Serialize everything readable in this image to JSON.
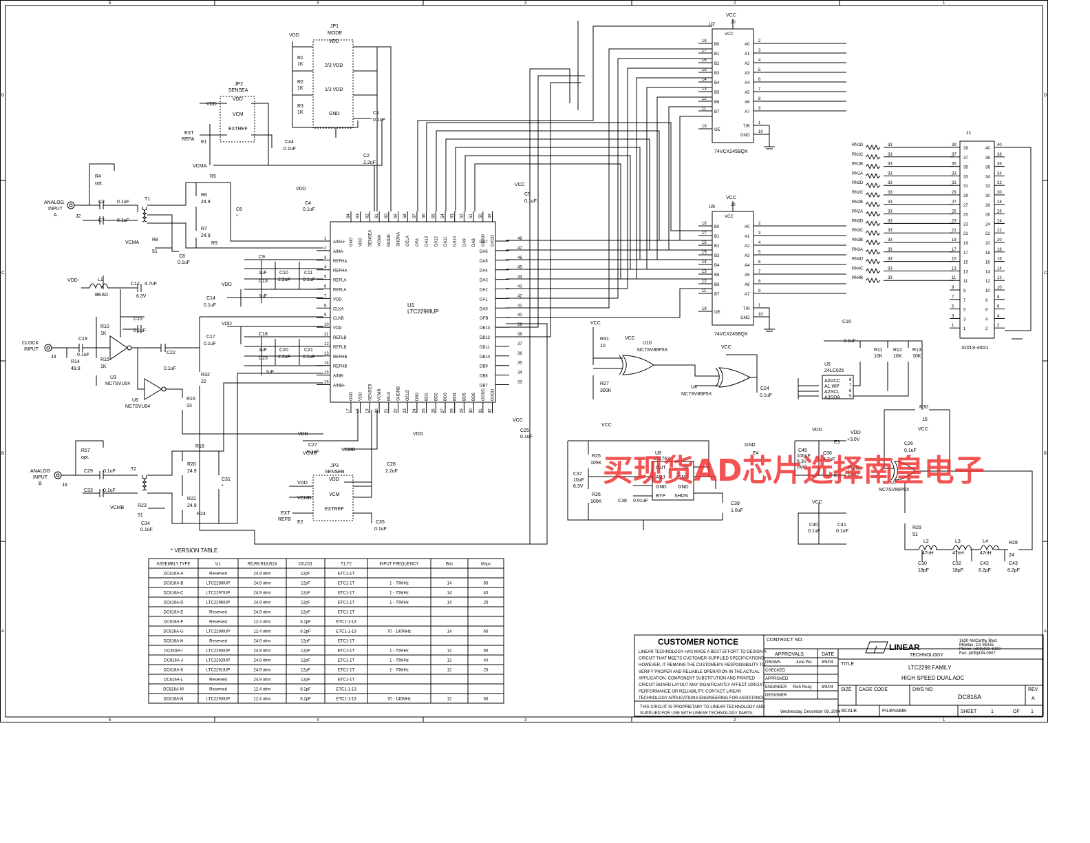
{
  "border": {
    "col_marks": [
      "5",
      "4",
      "3",
      "2",
      "1"
    ],
    "row_marks": [
      "D",
      "C",
      "B",
      "A"
    ]
  },
  "watermark": "买现货AD芯片选择南皇电子",
  "u1": {
    "ref": "U1",
    "part": "LTC2298IUP",
    "left_pins": [
      {
        "n": "1",
        "name": "AINA+"
      },
      {
        "n": "2",
        "name": "AINA-"
      },
      {
        "n": "3",
        "name": "REFHA"
      },
      {
        "n": "4",
        "name": "REFHA"
      },
      {
        "n": "5",
        "name": "REFLA"
      },
      {
        "n": "6",
        "name": "REFLA"
      },
      {
        "n": "7",
        "name": "VDD"
      },
      {
        "n": "8",
        "name": "CLKA"
      },
      {
        "n": "9",
        "name": "CLKB"
      },
      {
        "n": "10",
        "name": "VDD"
      },
      {
        "n": "11",
        "name": "REFLB"
      },
      {
        "n": "12",
        "name": "REFLB"
      },
      {
        "n": "13",
        "name": "REFHB"
      },
      {
        "n": "14",
        "name": "REFHB"
      },
      {
        "n": "15",
        "name": "AINB-"
      },
      {
        "n": "16",
        "name": "AINB+"
      }
    ],
    "right_pins": [
      {
        "n": "48",
        "name": "DA7"
      },
      {
        "n": "47",
        "name": "DA6"
      },
      {
        "n": "46",
        "name": "DA5"
      },
      {
        "n": "45",
        "name": "DA4"
      },
      {
        "n": "44",
        "name": "DA3"
      },
      {
        "n": "43",
        "name": "DA2"
      },
      {
        "n": "42",
        "name": "DA1"
      },
      {
        "n": "41",
        "name": "DA0"
      },
      {
        "n": "40",
        "name": "OFB"
      },
      {
        "n": "39",
        "name": "DB13"
      },
      {
        "n": "38",
        "name": "DB12"
      },
      {
        "n": "37",
        "name": "DB11"
      },
      {
        "n": "36",
        "name": "DB10"
      },
      {
        "n": "35",
        "name": "DB9"
      },
      {
        "n": "34",
        "name": "DB8"
      },
      {
        "n": "33",
        "name": "DB7"
      }
    ],
    "top_pins": [
      {
        "n": "64",
        "name": "GND"
      },
      {
        "n": "63",
        "name": "VDD"
      },
      {
        "n": "62",
        "name": "SENSEA"
      },
      {
        "n": "61",
        "name": "VCMA"
      },
      {
        "n": "60",
        "name": "MODE"
      },
      {
        "n": "59",
        "name": "SHDNA"
      },
      {
        "n": "58",
        "name": "OELA"
      },
      {
        "n": "57",
        "name": "OFA"
      },
      {
        "n": "56",
        "name": "DA13"
      },
      {
        "n": "55",
        "name": "DA12"
      },
      {
        "n": "54",
        "name": "DA11"
      },
      {
        "n": "53",
        "name": "DA10"
      },
      {
        "n": "52",
        "name": "DA9"
      },
      {
        "n": "51",
        "name": "DA8"
      },
      {
        "n": "50",
        "name": "OGND"
      },
      {
        "n": "49",
        "name": "OVDD"
      }
    ],
    "bottom_pins": [
      {
        "n": "17",
        "name": "GND"
      },
      {
        "n": "18",
        "name": "VDD"
      },
      {
        "n": "19",
        "name": "SENSEB"
      },
      {
        "n": "20",
        "name": "VCMB"
      },
      {
        "n": "21",
        "name": "MUX"
      },
      {
        "n": "22",
        "name": "SHDNB"
      },
      {
        "n": "23",
        "name": "OELB"
      },
      {
        "n": "24",
        "name": "DB0"
      },
      {
        "n": "25",
        "name": "BD1"
      },
      {
        "n": "26",
        "name": "BD2"
      },
      {
        "n": "27",
        "name": "BD3"
      },
      {
        "n": "28",
        "name": "BD4"
      },
      {
        "n": "29",
        "name": "BD5"
      },
      {
        "n": "30",
        "name": "BD6"
      },
      {
        "n": "31",
        "name": "OGND"
      },
      {
        "n": "32",
        "name": "OVDD"
      }
    ]
  },
  "buffers": [
    {
      "ref": "U2",
      "part": "74VCX245BQX",
      "vcc": "VCC",
      "vcc_pin": "20",
      "left": [
        {
          "n": "18",
          "name": "B0"
        },
        {
          "n": "17",
          "name": "B1"
        },
        {
          "n": "16",
          "name": "B2"
        },
        {
          "n": "15",
          "name": "B3"
        },
        {
          "n": "14",
          "name": "B4"
        },
        {
          "n": "13",
          "name": "B5"
        },
        {
          "n": "12",
          "name": "B6"
        },
        {
          "n": "11",
          "name": "B7"
        }
      ],
      "right": [
        {
          "n": "2",
          "name": "A0"
        },
        {
          "n": "3",
          "name": "A1"
        },
        {
          "n": "4",
          "name": "A2"
        },
        {
          "n": "5",
          "name": "A3"
        },
        {
          "n": "6",
          "name": "A4"
        },
        {
          "n": "7",
          "name": "A5"
        },
        {
          "n": "8",
          "name": "A6"
        },
        {
          "n": "9",
          "name": "A7"
        }
      ],
      "oe": "OE",
      "oe_pin": "19",
      "tr": "T/R",
      "tr_pin": "1",
      "gnd": "GND",
      "gnd_pin": "10",
      "vcc_label": "VCC"
    },
    {
      "ref": "U9",
      "part": "74VCX245BQX",
      "vcc": "VCC",
      "vcc_pin": "20",
      "left": [
        {
          "n": "18",
          "name": "B0"
        },
        {
          "n": "17",
          "name": "B1"
        },
        {
          "n": "16",
          "name": "B2"
        },
        {
          "n": "15",
          "name": "B3"
        },
        {
          "n": "14",
          "name": "B4"
        },
        {
          "n": "13",
          "name": "B5"
        },
        {
          "n": "12",
          "name": "B6"
        },
        {
          "n": "11",
          "name": "B7"
        }
      ],
      "right": [
        {
          "n": "2",
          "name": "A0"
        },
        {
          "n": "3",
          "name": "A1"
        },
        {
          "n": "4",
          "name": "A2"
        },
        {
          "n": "5",
          "name": "A3"
        },
        {
          "n": "6",
          "name": "A4"
        },
        {
          "n": "7",
          "name": "A5"
        },
        {
          "n": "8",
          "name": "A6"
        },
        {
          "n": "9",
          "name": "A7"
        }
      ],
      "oe": "OE",
      "oe_pin": "19",
      "tr": "T/R",
      "tr_pin": "1",
      "gnd": "GND",
      "gnd_pin": "10",
      "vcc_label": "VCC"
    }
  ],
  "resistor_networks": {
    "value": "33",
    "names": [
      "RN1D",
      "RN1C",
      "RN1B",
      "RN1A",
      "RN2D",
      "RN2C",
      "RN2B",
      "RN2A",
      "RN3D",
      "RN3C",
      "RN3B",
      "RN3A",
      "RN4D",
      "RN4C",
      "RN4B"
    ]
  },
  "j1": {
    "ref": "J1",
    "part": "3201S-40G1",
    "odd": [
      "39",
      "37",
      "35",
      "33",
      "31",
      "29",
      "27",
      "25",
      "23",
      "21",
      "19",
      "17",
      "15",
      "13",
      "11",
      "9",
      "7",
      "5",
      "3",
      "1"
    ],
    "even": [
      "40",
      "38",
      "36",
      "34",
      "32",
      "30",
      "28",
      "26",
      "24",
      "22",
      "20",
      "18",
      "16",
      "14",
      "12",
      "10",
      "8",
      "6",
      "4",
      "2"
    ]
  },
  "jp1": {
    "ref": "JP1",
    "label": "MODE",
    "opts": [
      "VDD",
      "2/3 VDD",
      "1/3 VDD",
      "GND"
    ]
  },
  "jp2": {
    "ref": "JP2",
    "label": "SENSEA",
    "opts": [
      "VDD",
      "VCM",
      "EXTREF"
    ]
  },
  "jp3": {
    "ref": "JP3",
    "label": "SENSEB",
    "opts": [
      "VDD",
      "VCM",
      "EXTREF"
    ]
  },
  "labels": {
    "vdd": "VDD",
    "vcc": "VCC",
    "vcma": "VCMA",
    "vcmb": "VCMB",
    "gnd": "GND",
    "ext_refa": "EXT",
    "ext_refa2": "REFA",
    "e1": "E1",
    "ext_refb": "EXT",
    "ext_refb2": "REFB",
    "e2": "E2",
    "analog_a1": "ANALOG",
    "analog_a2": "INPUT",
    "analog_a3": "A",
    "j2": "J2",
    "analog_b1": "ANALOG",
    "analog_b2": "INPUT",
    "analog_b3": "B",
    "j4": "J4",
    "clock1": "CLOCK",
    "clock2": "INPUT",
    "j3": "J3",
    "t1": "T1",
    "t2": "T2",
    "star": "*",
    "u3": "U3",
    "u3p": "NC7SVU04",
    "u6": "U6",
    "u6p": "NC7SVU04",
    "u10": "U10",
    "u10p": "NC7SV86P5X",
    "u4": "U4",
    "u4p": "NC7SV86P5X",
    "u7": "U7",
    "u7p": "NC7SV86P5X",
    "u5": "U5",
    "u5p": "24LC025",
    "u8": "U8",
    "u8p": "LT1763",
    "bead": "BEAD",
    "l1": "L1",
    "e3": "E3",
    "e4": "E4",
    "e5": "E5",
    "vdd3": "+3.0V",
    "pwr": "PWR",
    "pwrgnd": "GND"
  },
  "u5_pins": [
    {
      "n": "8",
      "name": "A0VCC"
    },
    {
      "n": "7",
      "name": "A1 WP"
    },
    {
      "n": "6",
      "name": "A2SCL"
    },
    {
      "n": "5",
      "name": "A3SDA"
    }
  ],
  "u8_pins": {
    "out": "OUT",
    "in": "IN",
    "adj": "ADJ",
    "gnd": "GND",
    "byp": "BYP",
    "shdn": "SHDN"
  },
  "parts": [
    {
      "ref": "R1",
      "val": "1K"
    },
    {
      "ref": "R2",
      "val": "1K"
    },
    {
      "ref": "R3",
      "val": "1K"
    },
    {
      "ref": "C1",
      "val": "0.1uF"
    },
    {
      "ref": "C44",
      "val": "0.1uF"
    },
    {
      "ref": "C2",
      "val": "2.2uF"
    },
    {
      "ref": "R4",
      "val": "opt."
    },
    {
      "ref": "C3",
      "val": "0.1uF"
    },
    {
      "ref": "C7",
      "val": "0.1uF"
    },
    {
      "ref": "R5",
      "val": ""
    },
    {
      "ref": "R6",
      "val": "24.9"
    },
    {
      "ref": "R7",
      "val": "24.9"
    },
    {
      "ref": "C6",
      "val": "*"
    },
    {
      "ref": "R8",
      "val": "51"
    },
    {
      "ref": "R9",
      "val": ""
    },
    {
      "ref": "C8",
      "val": "0.1uF"
    },
    {
      "ref": "C4",
      "val": "0.1uF"
    },
    {
      "ref": "C5",
      "val": "0.1uF"
    },
    {
      "ref": "C9",
      "val": "1uF"
    },
    {
      "ref": "C10",
      "val": "2.2uF"
    },
    {
      "ref": "C11",
      "val": "0.1uF"
    },
    {
      "ref": "C13",
      "val": "1uF"
    },
    {
      "ref": "C12",
      "val": "4.7uF"
    },
    {
      "ref": "C12v",
      "val": "6.3V"
    },
    {
      "ref": "C14",
      "val": "0.1uF"
    },
    {
      "ref": "C15",
      "val": "0.1uF"
    },
    {
      "ref": "R10",
      "val": "1K"
    },
    {
      "ref": "C19",
      "val": "0.1uF"
    },
    {
      "ref": "R14",
      "val": "49.9"
    },
    {
      "ref": "R15",
      "val": "1K"
    },
    {
      "ref": "C22",
      "val": "0.1uF"
    },
    {
      "ref": "R32",
      "val": "22"
    },
    {
      "ref": "R16",
      "val": "33"
    },
    {
      "ref": "C17",
      "val": "0.1uF"
    },
    {
      "ref": "C18",
      "val": "1uF"
    },
    {
      "ref": "C20",
      "val": "2.2uF"
    },
    {
      "ref": "C21",
      "val": "0.1uF"
    },
    {
      "ref": "C23",
      "val": "1uF"
    },
    {
      "ref": "R17",
      "val": "opt."
    },
    {
      "ref": "C29",
      "val": "0.1uF"
    },
    {
      "ref": "C33",
      "val": "0.1uF"
    },
    {
      "ref": "R18",
      "val": ""
    },
    {
      "ref": "R20",
      "val": "24.9"
    },
    {
      "ref": "R22",
      "val": "24.9"
    },
    {
      "ref": "C31",
      "val": "*"
    },
    {
      "ref": "R23",
      "val": "51"
    },
    {
      "ref": "R24",
      "val": ""
    },
    {
      "ref": "C34",
      "val": "0.1uF"
    },
    {
      "ref": "C27",
      "val": "0.1uF"
    },
    {
      "ref": "C28",
      "val": "2.2uF"
    },
    {
      "ref": "C35",
      "val": "0.1uF"
    },
    {
      "ref": "C25",
      "val": "0.1uF"
    },
    {
      "ref": "R31",
      "val": "10"
    },
    {
      "ref": "R27",
      "val": "300K"
    },
    {
      "ref": "C24",
      "val": "0.1uF"
    },
    {
      "ref": "C16",
      "val": "0.1uF"
    },
    {
      "ref": "R11",
      "val": "10K"
    },
    {
      "ref": "R12",
      "val": "10K"
    },
    {
      "ref": "R13",
      "val": "10K"
    },
    {
      "ref": "R30",
      "val": "15"
    },
    {
      "ref": "C26",
      "val": "0.1uF"
    },
    {
      "ref": "R25",
      "val": "105K"
    },
    {
      "ref": "R26",
      "val": "100K"
    },
    {
      "ref": "C37",
      "val": "10uF"
    },
    {
      "ref": "C37v",
      "val": "6.3V"
    },
    {
      "ref": "C38",
      "val": "0.01uF"
    },
    {
      "ref": "C39",
      "val": "1.0uF"
    },
    {
      "ref": "C45",
      "val": "100uF"
    },
    {
      "ref": "C45v",
      "val": "6.3V"
    },
    {
      "ref": "C45o",
      "val": "(opt)"
    },
    {
      "ref": "C36",
      "val": "4.7uF"
    },
    {
      "ref": "C40",
      "val": "0.1uF"
    },
    {
      "ref": "C41",
      "val": "0.1uF"
    },
    {
      "ref": "R29",
      "val": "51"
    },
    {
      "ref": "L2",
      "val": "47nH"
    },
    {
      "ref": "L3",
      "val": "47nH"
    },
    {
      "ref": "L4",
      "val": "47nH"
    },
    {
      "ref": "R28",
      "val": "24"
    },
    {
      "ref": "C30",
      "val": "18pF"
    },
    {
      "ref": "C32",
      "val": "18pF"
    },
    {
      "ref": "C42",
      "val": "8.2pF"
    },
    {
      "ref": "C43",
      "val": "8.2pF"
    }
  ],
  "version_table": {
    "title": "VERSION TABLE",
    "headers": [
      "ASSEMBLY TYPE",
      "U1",
      "R5,R9,R18,R24",
      "C6,C31",
      "T1,T2",
      "INPUT FREQUENCY",
      "Bits",
      "Msps"
    ],
    "rows": [
      [
        "DC816A-A",
        "Reserved",
        "24.9 ohm",
        "12pF",
        "ETC1-1T",
        "",
        "",
        ""
      ],
      [
        "DC816A-B",
        "LTC2298IUP",
        "24.9 ohm",
        "12pF",
        "ETC1-1T",
        "1 - 70MHz",
        "14",
        "65"
      ],
      [
        "DC816A-C",
        "LTC2297IUP",
        "24.9 ohm",
        "12pF",
        "ETC1-1T",
        "1 - 70MHz",
        "14",
        "40"
      ],
      [
        "DC816A-D",
        "LTC2296IUP",
        "24.9 ohm",
        "12pF",
        "ETC1-1T",
        "1 - 70MHz",
        "14",
        "25"
      ],
      [
        "DC816A-E",
        "Reserved",
        "24.9 ohm",
        "12pF",
        "ETC1-1T",
        "",
        "",
        ""
      ],
      [
        "DC816A-F",
        "Reserved",
        "12.4 ohm",
        "8.2pF",
        "ETC1-1-13",
        "",
        "",
        ""
      ],
      [
        "DC816A-G",
        "LTC2298IUP",
        "12.4 ohm",
        "8.2pF",
        "ETC1-1-13",
        "70 - 140MHz",
        "14",
        "65"
      ],
      [
        "DC816A-H",
        "Reserved",
        "24.9 ohm",
        "12pF",
        "ETC1-1T",
        "",
        "",
        ""
      ],
      [
        "DC816A-I",
        "LTC2293IUP",
        "24.9 ohm",
        "12pF",
        "ETC1-1T",
        "1 - 70MHz",
        "12",
        "65"
      ],
      [
        "DC816A-J",
        "LTC2292IUP",
        "24.9 ohm",
        "12pF",
        "ETC1-1T",
        "1 - 70MHz",
        "12",
        "40"
      ],
      [
        "DC816A-K",
        "LTC2291IUP",
        "24.9 ohm",
        "12pF",
        "ETC1-1T",
        "1 - 70MHz",
        "12",
        "25"
      ],
      [
        "DC816A-L",
        "Reserved",
        "24.9 ohm",
        "12pF",
        "ETC1-1T",
        "",
        "",
        ""
      ],
      [
        "DC816A-M",
        "Reserved",
        "12.4 ohm",
        "8.2pF",
        "ETC1-1-13",
        "",
        "",
        ""
      ],
      [
        "DC816A-N",
        "LTC2293IUP",
        "12.4 ohm",
        "8.2pF",
        "ETC1-1-13",
        "70 - 140MHz",
        "12",
        "65"
      ]
    ]
  },
  "title_block": {
    "notice_title": "CUSTOMER NOTICE",
    "notice_lines": [
      "LINEAR TECHNOLOGY HAS MADE A BEST EFFORT TO DESIGN A",
      "CIRCUIT THAT MEETS CUSTOMER-SUPPLIED SPECIFICATIONS;",
      "HOWEVER, IT REMAINS THE CUSTOMER'S RESPONSIBILITY TO",
      "VERIFY PROPER AND RELIABLE OPERATION IN THE ACTUAL",
      "APPLICATION. COMPONENT SUBSTITUTION AND PRINTED",
      "CIRCUIT BOARD LAYOUT MAY SIGNIFICANTLY AFFECT CIRCUIT",
      "PERFORMANCE OR RELIABILITY. CONTACT LINEAR",
      "TECHNOLOGY APPLICATIONS ENGINEERING FOR ASSISTANCE."
    ],
    "prop_lines": [
      "THIS CIRCUIT IS PROPRIETARY TO LINEAR TECHNOLOGY AND",
      "SUPPLIED FOR USE WITH LINEAR TECHNOLOGY PARTS."
    ],
    "contract": "CONTRACT NO.",
    "approvals": "APPROVALS",
    "date": "DATE",
    "drawn": "DRAWN",
    "drawn_by": "June Wu",
    "drawn_date": "8/9/04",
    "checked": "CHECKED",
    "approved": "APPROVED",
    "engineer": "ENGINEER",
    "engineer_by": "Rich Roay",
    "engineer_date": "8/9/04",
    "designer": "DESIGNER",
    "printed": "Wednesday, December 08, 2004",
    "logo1": "LINEAR",
    "logo2": "TECHNOLOGY",
    "addr": [
      "1630 McCarthy Blvd.",
      "Milpitas, CA 95035",
      "Phone: (408)432-1900",
      "Fax: (408)434-0507"
    ],
    "title_lbl": "TITLE",
    "title1": "LTC2298 FAMILY",
    "title2": "HIGH SPEED DUAL ADC",
    "size": "SIZE",
    "cage": "CAGE CODE",
    "dwg": "DWG NO",
    "rev": "REV",
    "dwg_no": "DC816A",
    "rev_val": "A",
    "scale": "SCALE:",
    "filename": "FILENAME:",
    "sheet": "SHEET",
    "sheet_no": "1",
    "of": "OF",
    "of_no": "1"
  }
}
